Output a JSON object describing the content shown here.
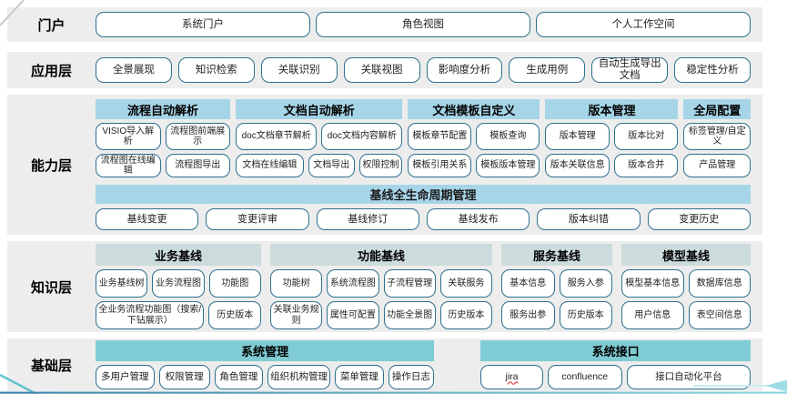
{
  "colors": {
    "band_background": "#ededed",
    "chip_border": "#2e6f8e",
    "capability_header": "#a6d5e8",
    "knowledge_header": "#ccdcdc",
    "foundation_header": "#7fccd4",
    "accent_teal": "#62c3cd",
    "bottom_line_blue": "#4180a8",
    "misspell_underline": "#e03131"
  },
  "layers": {
    "portal": {
      "label": "门户",
      "buttons": [
        "系统门户",
        "角色视图",
        "个人工作空间"
      ]
    },
    "app": {
      "label": "应用层",
      "buttons": [
        "全景展现",
        "知识检索",
        "关联识别",
        "关联视图",
        "影响度分析",
        "生成用例",
        "自动生成导出文档",
        "稳定性分析"
      ]
    },
    "capability": {
      "label": "能力层",
      "groups": [
        {
          "title": "流程自动解析",
          "rows": [
            [
              "VISIO导入解析",
              "流程图前端展示"
            ],
            [
              "流程图在线编辑",
              "流程图导出"
            ]
          ]
        },
        {
          "title": "文档自动解析",
          "rows": [
            [
              "doc文档章节解析",
              "doc文档内容解析"
            ],
            [
              "文档在线编辑",
              "文档导出",
              "权限控制"
            ]
          ]
        },
        {
          "title": "文档模板自定义",
          "rows": [
            [
              "模板章节配置",
              "模板查询"
            ],
            [
              "模板引用关系",
              "模板版本管理"
            ]
          ]
        },
        {
          "title": "版本管理",
          "rows": [
            [
              "版本管理",
              "版本比对"
            ],
            [
              "版本关联信息",
              "版本合并"
            ]
          ]
        },
        {
          "title": "全局配置",
          "rows": [
            [
              "标签管理/自定义"
            ],
            [
              "产品管理"
            ]
          ]
        }
      ],
      "baseline": {
        "title": "基线全生命周期管理",
        "buttons": [
          "基线变更",
          "变更评审",
          "基线修订",
          "基线发布",
          "版本纠错",
          "变更历史"
        ]
      }
    },
    "knowledge": {
      "label": "知识层",
      "groups": [
        {
          "title": "业务基线",
          "rows": [
            [
              "业务基线树",
              "业务流程图",
              "功能图"
            ],
            [
              "全业务流程功能图（搜索/下钻展示）",
              "历史版本"
            ]
          ]
        },
        {
          "title": "功能基线",
          "rows": [
            [
              "功能树",
              "系统流程图",
              "子流程管理",
              "关联服务"
            ],
            [
              "关联业务规则",
              "属性可配置",
              "功能全景图",
              "历史版本"
            ]
          ]
        },
        {
          "title": "服务基线",
          "rows": [
            [
              "基本信息",
              "服务入参"
            ],
            [
              "服务出参",
              "历史版本"
            ]
          ]
        },
        {
          "title": "模型基线",
          "rows": [
            [
              "模型基本信息",
              "数据库信息"
            ],
            [
              "用户信息",
              "表空间信息"
            ]
          ]
        }
      ]
    },
    "foundation": {
      "label": "基础层",
      "groups": [
        {
          "title": "系统管理",
          "rows": [
            [
              "多用户管理",
              "权限管理",
              "角色管理",
              "组织机构管理",
              "菜单管理",
              "操作日志"
            ]
          ]
        },
        {
          "title": "系统接口",
          "rows": [
            [
              "jira",
              "confluence",
              "接口自动化平台"
            ]
          ]
        }
      ]
    }
  }
}
